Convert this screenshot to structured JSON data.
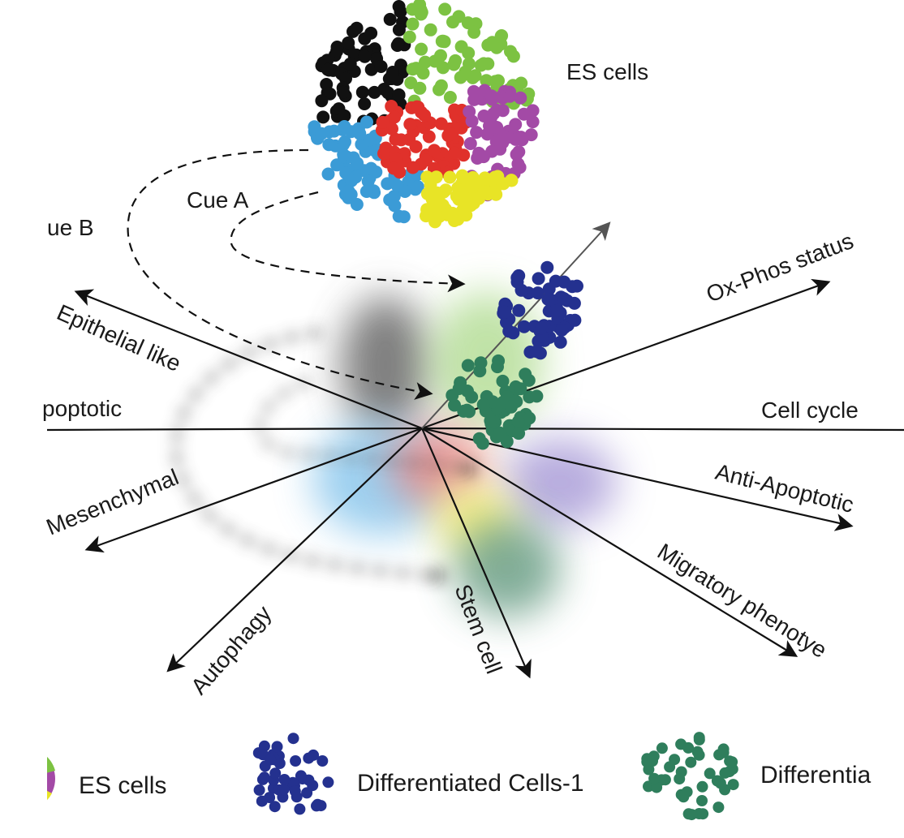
{
  "top_cluster": {
    "label": "ES cells"
  },
  "cues": {
    "cue_a": "Cue A",
    "cue_b": "ue B"
  },
  "axes": [
    {
      "key": "epithelial",
      "label": "Epithelial like"
    },
    {
      "key": "apoptotic",
      "label": "poptotic"
    },
    {
      "key": "mesenchymal",
      "label": "Mesenchymal"
    },
    {
      "key": "autophagy",
      "label": "Autophagy"
    },
    {
      "key": "stem",
      "label": "Stem cell"
    },
    {
      "key": "migratory",
      "label": "Migratory phenotye"
    },
    {
      "key": "antiapoptotic",
      "label": "Anti-Apoptotic"
    },
    {
      "key": "cellcycle",
      "label": "Cell cycle"
    },
    {
      "key": "oxphos",
      "label": "Ox-Phos status"
    }
  ],
  "legend": {
    "es": "ES cells",
    "diff1": "Differentiated Cells-1",
    "diff2": "Differentia"
  },
  "colors": {
    "black_cells": "#111111",
    "green_cells": "#7cc242",
    "blue_cells": "#3b9bd6",
    "red_cells": "#e0312b",
    "purple_cells": "#a34aa6",
    "yellow_cells": "#e8e426",
    "navy_cells": "#24318f",
    "teal_cells": "#2f7e5c",
    "axis": "#111111",
    "diagonal_axis": "#555555"
  }
}
